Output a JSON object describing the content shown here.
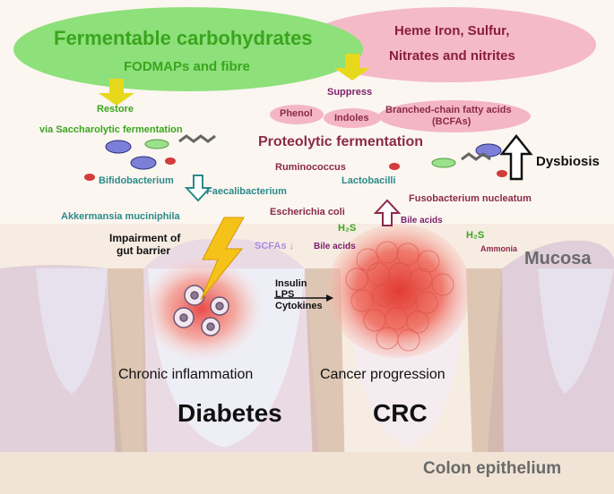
{
  "fermentable": {
    "title": "Fermentable carbohydrates",
    "subtitle": "FODMAPs and fibre",
    "restore": "Restore",
    "via": "via Saccharolytic fermentation"
  },
  "heme": {
    "line1": "Heme Iron, Sulfur,",
    "line2": "Nitrates and nitrites",
    "suppress": "Suppress"
  },
  "metabolites": {
    "phenol": "Phenol",
    "indoles": "Indoles",
    "bcfa_line1": "Branched-chain fatty acids",
    "bcfa_line2": "(BCFAs)"
  },
  "proteolytic": "Proteolytic fermentation",
  "dysbiosis": "Dysbiosis",
  "bacteria": {
    "bifidobacterium": "Bifidobacterium",
    "faecalibacterium": "Faecalibacterium",
    "akkermansia": "Akkermansia muciniphila",
    "ruminococcus": "Ruminococcus",
    "lactobacilli": "Lactobacilli",
    "fusobacterium": "Fusobacterium nucleatum",
    "ecoli": "Escherichia coli"
  },
  "labels": {
    "impair_line1": "Impairment of",
    "impair_line2": "gut barrier",
    "scfas": "SCFAs ↓",
    "h2s_left": "H₂S",
    "h2s_right": "H₂S",
    "bile_left": "Bile acids",
    "bile_right": "Bile acids",
    "ammonia": "Ammonia",
    "insulin": "Insulin",
    "lps": "LPS",
    "cytokines": "Cytokines",
    "mucosa": "Mucosa",
    "chronic": "Chronic inflammation",
    "cancer": "Cancer progression",
    "diabetes": "Diabetes",
    "crc": "CRC",
    "colon": "Colon epithelium"
  },
  "colors": {
    "green_ellipse": "#8ee07a",
    "pink_ellipse": "#f4b6c4",
    "green_text": "#3aa51e",
    "teal_text": "#2b8a8a",
    "maroon_text": "#8a2a4a",
    "arrow_yellow": "#e8d81c",
    "tumor_red": "#e8534a"
  }
}
